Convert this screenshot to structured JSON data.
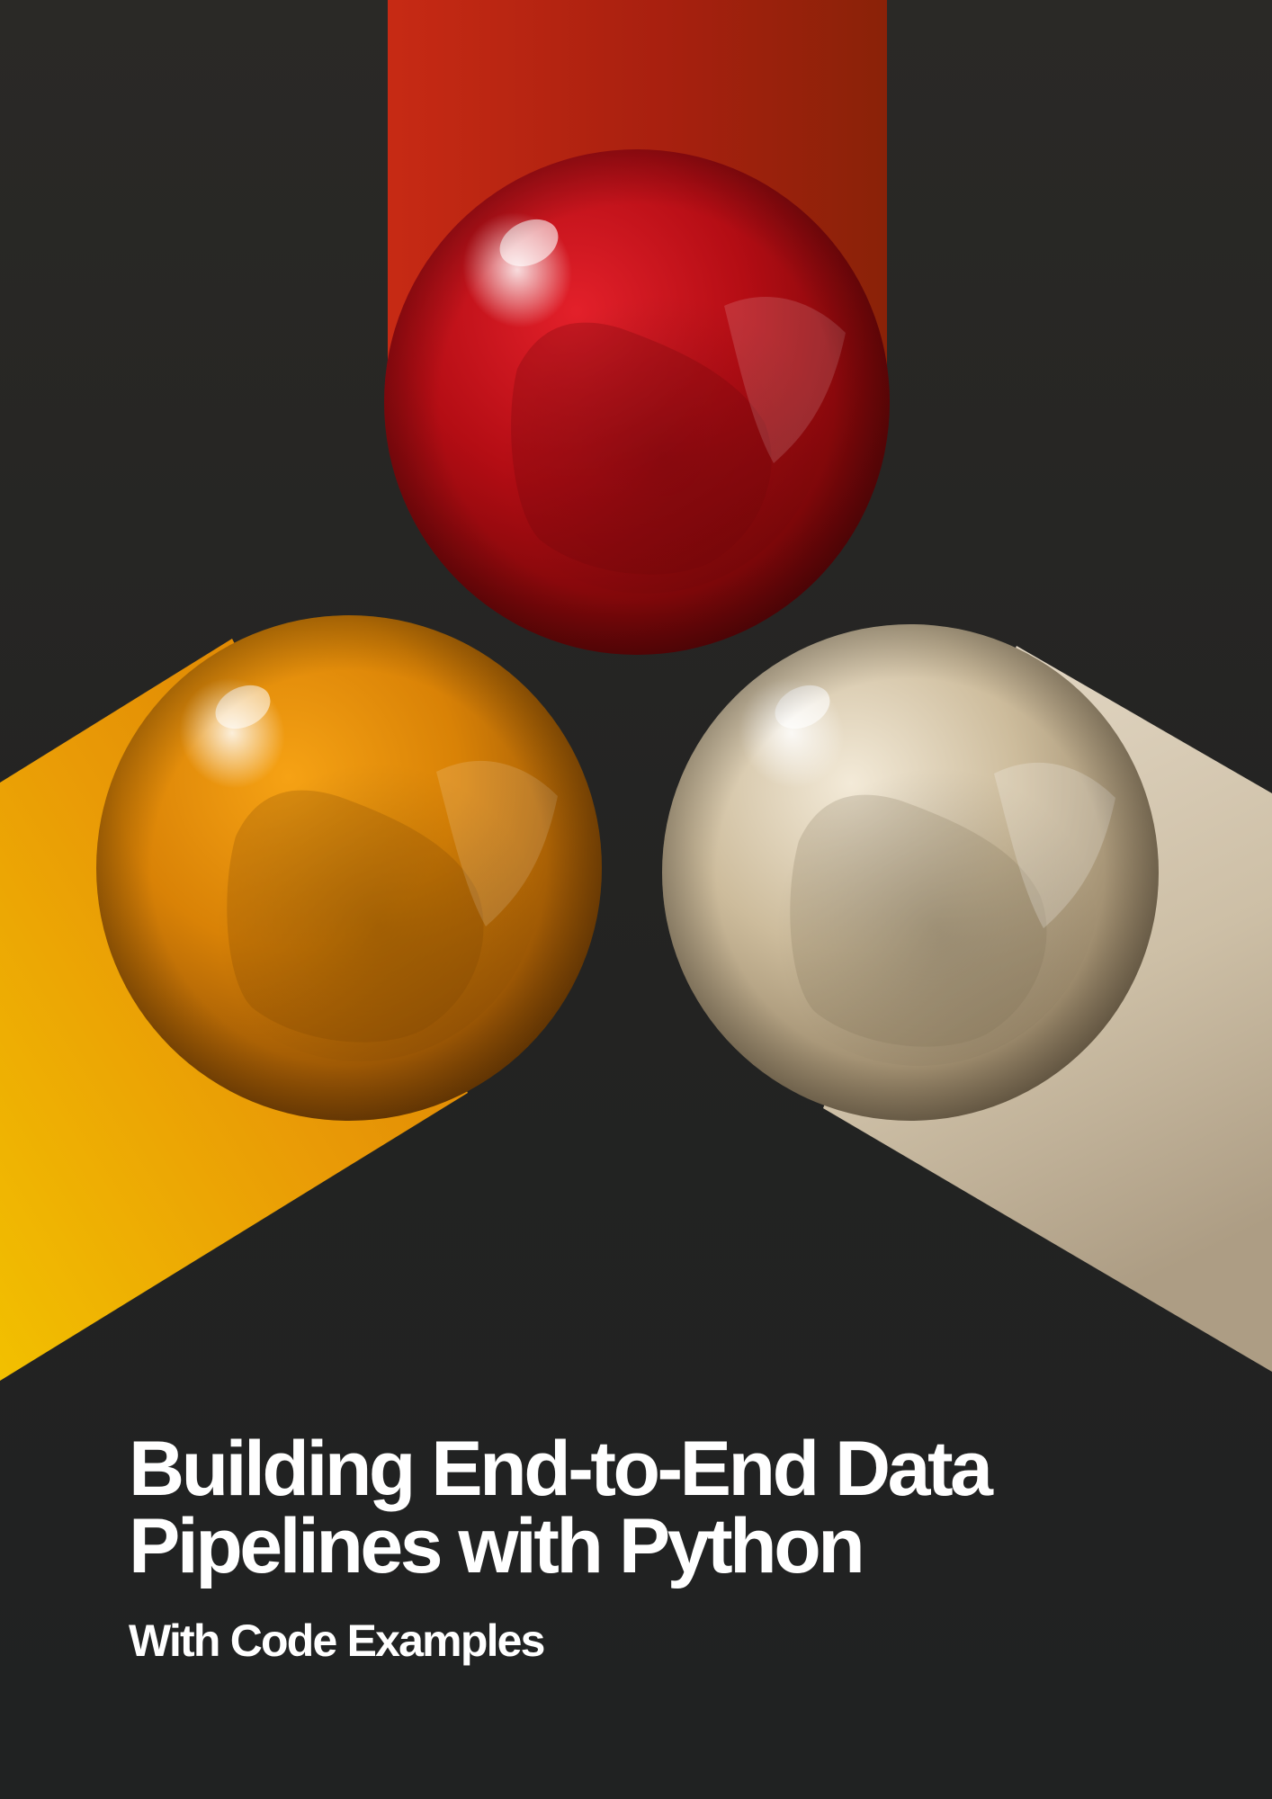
{
  "cover": {
    "title_line_1": "Building End-to-End Data",
    "title_line_2": "Pipelines with Python",
    "subtitle": "With Code Examples"
  },
  "artwork": {
    "background_color": "#232322",
    "spheres": [
      {
        "name": "red",
        "color": "#c8101a",
        "trail_color": "#c42a16"
      },
      {
        "name": "orange",
        "color": "#e08a06",
        "trail_color": "#f0b800"
      },
      {
        "name": "cream",
        "color": "#d8c9ad",
        "trail_color": "#e6dccb"
      }
    ]
  }
}
